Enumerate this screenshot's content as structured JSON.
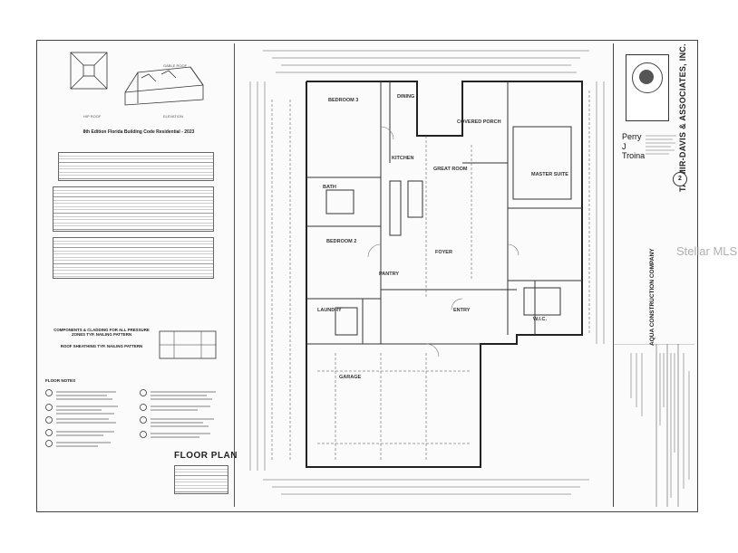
{
  "sidebar": {
    "roof_labels": {
      "gable_roof": "GABLE ROOF",
      "hip_roof": "HIP ROOF",
      "elevation": "ELEVATION"
    },
    "code_title": "8th Edition Florida Building Code Residential - 2023",
    "components_title": "COMPONENTS & CLADDING FOR ALL PRESSURE ZONES TYP. NAILING PATTERN",
    "roof_sheathing_title": "ROOF SHEATHING TYP. NAILING PATTERN",
    "notes_title": "FLOOR NOTES",
    "floor_plan_title": "FLOOR PLAN"
  },
  "rooms": {
    "bedroom3": "BEDROOM 3",
    "dining": "DINING",
    "covered_porch": "COVERED PORCH",
    "kitchen": "KITCHEN",
    "great_room": "GREAT ROOM",
    "master_suite": "MASTER SUITE",
    "bath": "BATH",
    "bedroom2": "BEDROOM 2",
    "pantry": "PANTRY",
    "foyer": "FOYER",
    "laundry": "LAUNDRY",
    "entry": "ENTRY",
    "wic": "W.I.C.",
    "garage": "GARAGE"
  },
  "title_block": {
    "firm": "TAJMIR-DAVIS & ASSOCIATES, INC.",
    "company": "AQUA CONSTRUCTION COMPANY",
    "sheet_number": "2",
    "signer": "Perry J Troina",
    "signer_lines": [
      "Perry",
      "J",
      "Troina"
    ]
  },
  "watermark": "Stellar MLS"
}
